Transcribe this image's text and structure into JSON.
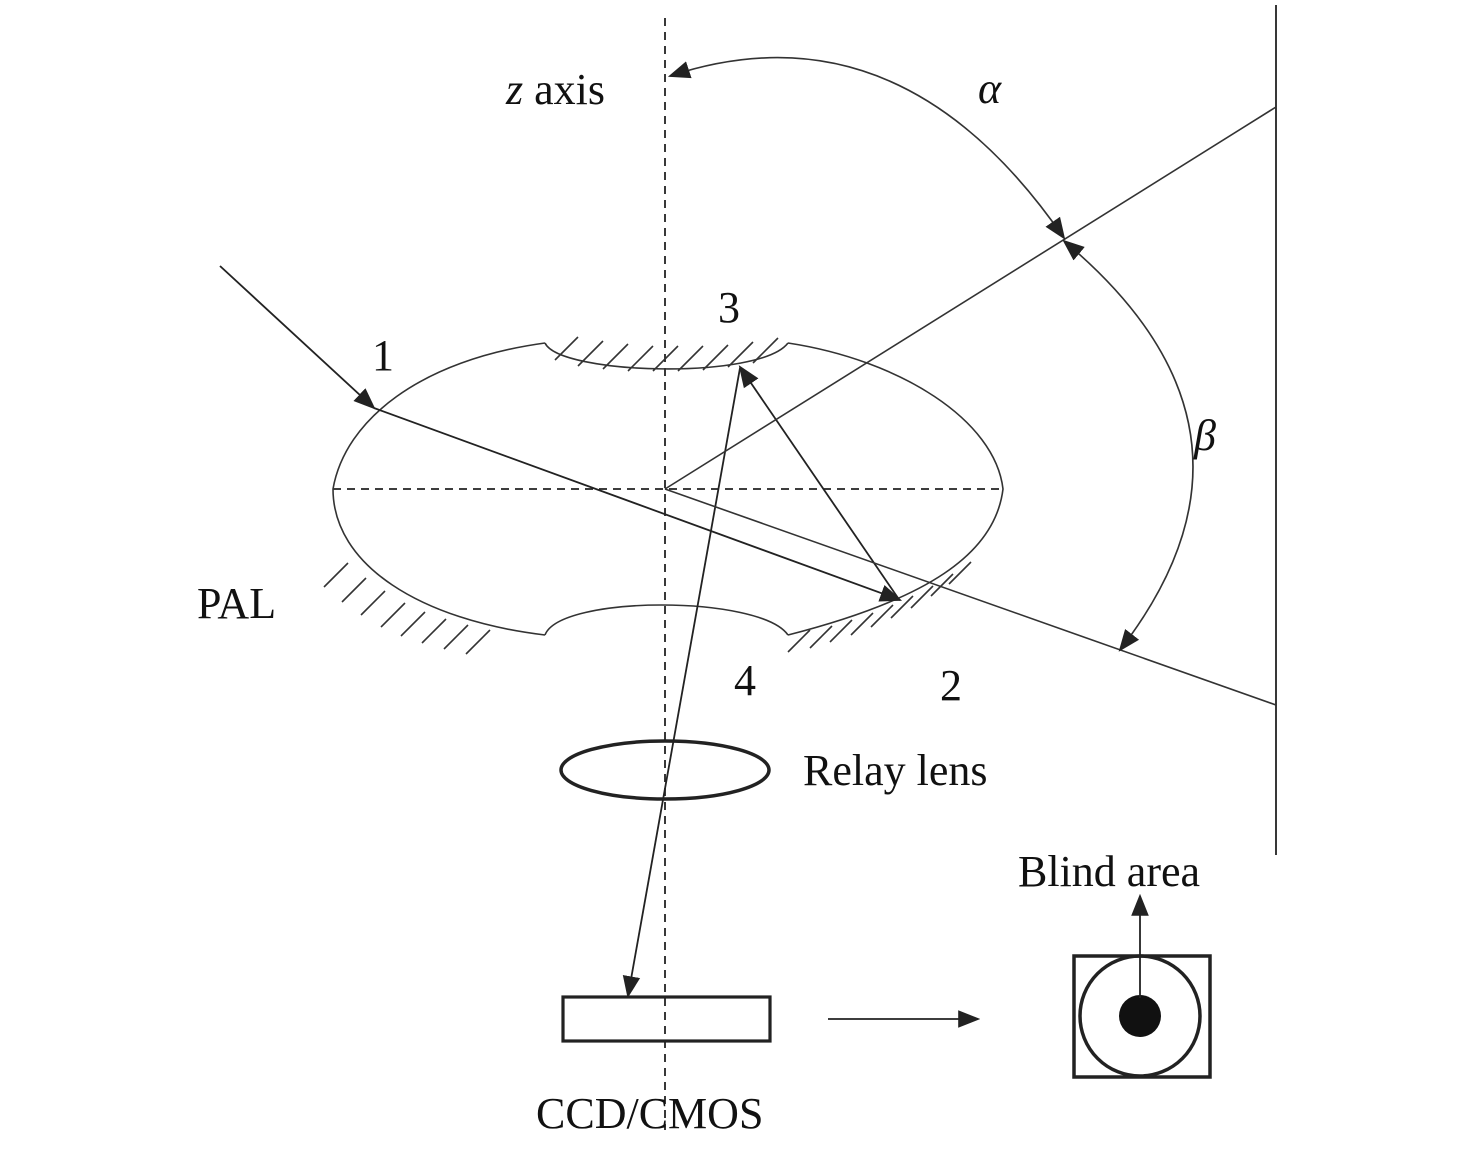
{
  "labels": {
    "z_axis_var": "z",
    "z_axis_word": " axis",
    "alpha": "α",
    "beta": "β",
    "point_1": "1",
    "point_2": "2",
    "point_3": "3",
    "point_4": "4",
    "pal": "PAL",
    "relay_lens": "Relay lens",
    "blind_area": "Blind area",
    "sensor": "CCD/CMOS"
  },
  "colors": {
    "line": "#222222",
    "text": "#111111",
    "background": "#ffffff"
  }
}
